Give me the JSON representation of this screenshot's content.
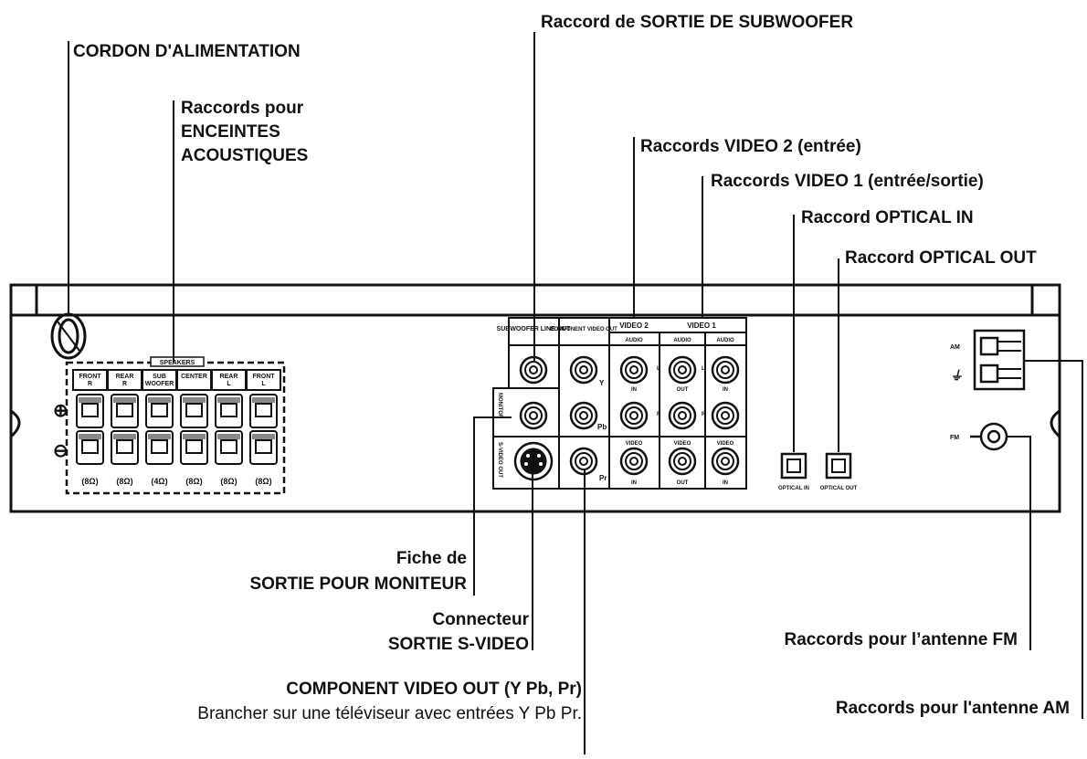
{
  "labels": {
    "power_cord": "CORDON D'ALIMENTATION",
    "speaker_line1": "Raccords pour",
    "speaker_line2": "ENCEINTES",
    "speaker_line3": "ACOUSTIQUES",
    "subwoofer_out": "Raccord de SORTIE DE SUBWOOFER",
    "video2": "Raccords VIDEO 2 (entrée)",
    "video1": "Raccords VIDEO 1 (entrée/sortie)",
    "optical_in": "Raccord OPTICAL IN",
    "optical_out": "Raccord OPTICAL OUT",
    "monitor_line1": "Fiche de",
    "monitor_line2": "SORTIE POUR MONITEUR",
    "svideo_line1": "Connecteur",
    "svideo_line2": "SORTIE S-VIDEO",
    "component_title": "COMPONENT VIDEO OUT (Y Pb, Pr)",
    "component_desc": "Brancher sur une téléviseur avec entrées Y Pb Pr.",
    "fm_antenna": "Raccords pour l’antenne FM",
    "am_antenna": "Raccords pour l'antenne AM"
  },
  "panel": {
    "speakers_header": "SPEAKERS",
    "speaker_channels": [
      "FRONT R",
      "REAR R",
      "SUB WOOFER",
      "CENTER",
      "REAR L",
      "FRONT L"
    ],
    "speaker_impedances": [
      "(8Ω)",
      "(8Ω)",
      "(4Ω)",
      "(8Ω)",
      "(8Ω)",
      "(8Ω)"
    ],
    "subwoofer_header": "SUBWOOFER LINE OUT",
    "component_header": "COMPONENT VIDEO OUT",
    "video2_header": "VIDEO 2",
    "video1_header": "VIDEO 1",
    "audio_label": "AUDIO",
    "video_label": "VIDEO",
    "in_label": "IN",
    "out_label": "OUT",
    "l_label": "L",
    "r_label": "R",
    "y_label": "Y",
    "pb_label": "Pb",
    "pr_label": "Pr",
    "monitor_label": "MONITOR",
    "svideo_label": "S-VIDEO OUT",
    "optical_in_label": "OPTICAL IN",
    "optical_out_label": "OPTICAL OUT",
    "am_label": "AM",
    "fm_label": "FM",
    "plus_sign": "⊕",
    "minus_sign": "⊖"
  }
}
